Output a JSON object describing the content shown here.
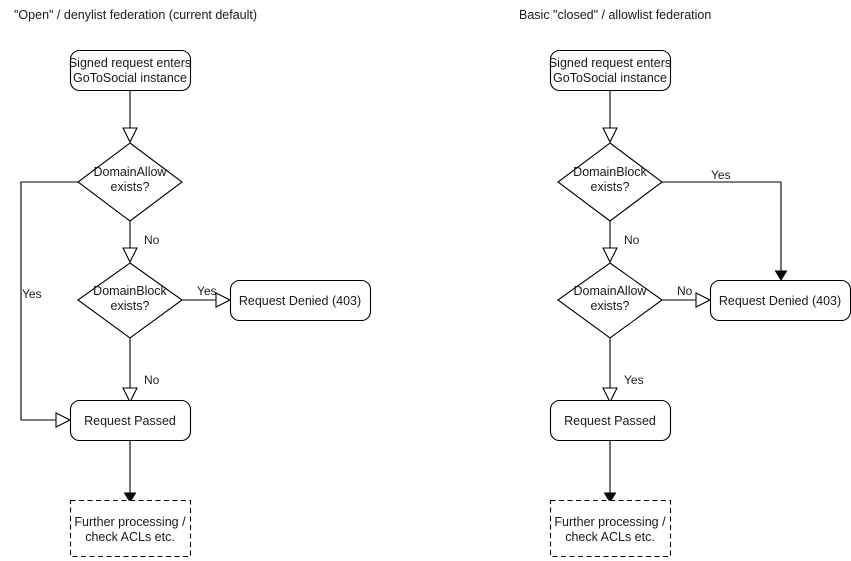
{
  "diagram": {
    "type": "flowchart",
    "background_color": "#ffffff",
    "line_color": "#000000",
    "text_color": "#1a1a1a",
    "columns": [
      {
        "id": "open-federation",
        "title": "\"Open\" / denylist federation (current default)",
        "nodes": [
          {
            "id": "start-left",
            "shape": "rounded-rect",
            "line1": "Signed request enters",
            "line2": "GoToSocial instance"
          },
          {
            "id": "domainallow-left",
            "shape": "diamond",
            "line1": "DomainAllow",
            "line2": "exists?"
          },
          {
            "id": "domainblock-left",
            "shape": "diamond",
            "line1": "DomainBlock",
            "line2": "exists?"
          },
          {
            "id": "denied-left",
            "shape": "rounded-rect",
            "line1": "Request Denied (403)",
            "line2": ""
          },
          {
            "id": "passed-left",
            "shape": "rounded-rect",
            "line1": "Request Passed",
            "line2": ""
          },
          {
            "id": "further-left",
            "shape": "dashed-rect",
            "line1": "Further processing /",
            "line2": "check ACLs etc."
          }
        ],
        "edges": [
          {
            "id": "e1",
            "from": "start-left",
            "to": "domainallow-left",
            "label": ""
          },
          {
            "id": "e2",
            "from": "domainallow-left",
            "to": "passed-left",
            "label": "Yes"
          },
          {
            "id": "e3",
            "from": "domainallow-left",
            "to": "domainblock-left",
            "label": "No"
          },
          {
            "id": "e4",
            "from": "domainblock-left",
            "to": "denied-left",
            "label": "Yes"
          },
          {
            "id": "e5",
            "from": "domainblock-left",
            "to": "passed-left",
            "label": "No"
          },
          {
            "id": "e6",
            "from": "passed-left",
            "to": "further-left",
            "label": ""
          }
        ]
      },
      {
        "id": "closed-federation",
        "title": "Basic \"closed\" / allowlist federation",
        "nodes": [
          {
            "id": "start-right",
            "shape": "rounded-rect",
            "line1": "Signed request enters",
            "line2": "GoToSocial instance"
          },
          {
            "id": "domainblock-right",
            "shape": "diamond",
            "line1": "DomainBlock",
            "line2": "exists?"
          },
          {
            "id": "domainallow-right",
            "shape": "diamond",
            "line1": "DomainAllow",
            "line2": "exists?"
          },
          {
            "id": "denied-right",
            "shape": "rounded-rect",
            "line1": "Request Denied (403)",
            "line2": ""
          },
          {
            "id": "passed-right",
            "shape": "rounded-rect",
            "line1": "Request Passed",
            "line2": ""
          },
          {
            "id": "further-right",
            "shape": "dashed-rect",
            "line1": "Further processing /",
            "line2": "check ACLs etc."
          }
        ],
        "edges": [
          {
            "id": "r1",
            "from": "start-right",
            "to": "domainblock-right",
            "label": ""
          },
          {
            "id": "r2",
            "from": "domainblock-right",
            "to": "denied-right",
            "label": "Yes"
          },
          {
            "id": "r3",
            "from": "domainblock-right",
            "to": "domainallow-right",
            "label": "No"
          },
          {
            "id": "r4",
            "from": "domainallow-right",
            "to": "denied-right",
            "label": "No"
          },
          {
            "id": "r5",
            "from": "domainallow-right",
            "to": "passed-right",
            "label": "Yes"
          },
          {
            "id": "r6",
            "from": "passed-right",
            "to": "further-right",
            "label": ""
          }
        ]
      }
    ]
  }
}
